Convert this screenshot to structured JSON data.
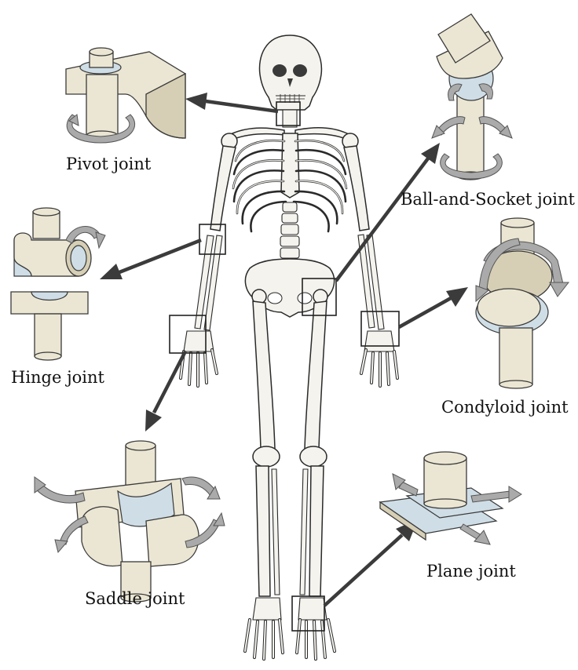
{
  "labels": {
    "pivot": "Pivot joint",
    "ball_socket": "Ball-and-Socket joint",
    "hinge": "Hinge joint",
    "condyloid": "Condyloid joint",
    "saddle": "Saddle joint",
    "plane": "Plane joint"
  },
  "colors": {
    "bone": "#f4f3ee",
    "joint": "#ebe6d3",
    "cartilage": "#cfdde6",
    "rotation_arrow": "#a9aaa9",
    "pointer_arrow": "#3b3b3b"
  },
  "icons": [
    "skeleton-illustration",
    "pivot-joint-model",
    "ball-and-socket-joint-model",
    "hinge-joint-model",
    "condyloid-joint-model",
    "saddle-joint-model",
    "plane-joint-model"
  ]
}
